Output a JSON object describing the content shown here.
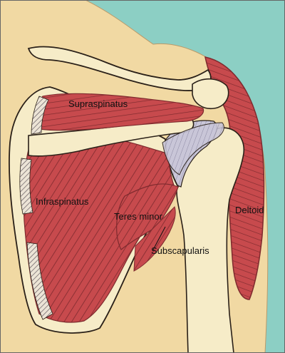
{
  "labels": {
    "supraspinatus": "Supraspinatus",
    "infraspinatus": "Infraspinatus",
    "teres_minor": "Teres minor",
    "subscapularis": "Subscapularis",
    "deltoid": "Deltoid"
  },
  "colors": {
    "background": "#8ccfc4",
    "skin": "#f1d9a3",
    "muscle": "#c74a4d",
    "muscle_line": "#7e2a2e",
    "bone": "#f6ecc8",
    "cartilage": "#c9c6d8",
    "outline": "#2a2018"
  }
}
